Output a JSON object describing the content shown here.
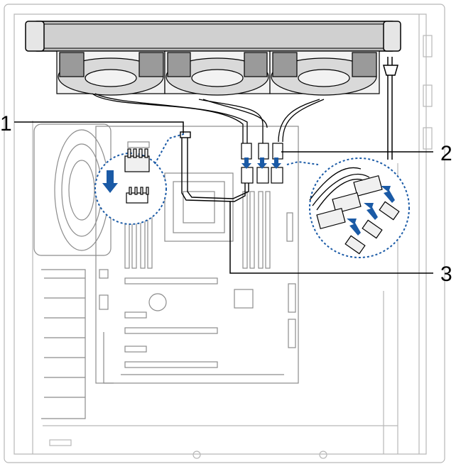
{
  "callouts": [
    {
      "id": "1",
      "text": "1"
    },
    {
      "id": "2",
      "text": "2"
    },
    {
      "id": "3",
      "text": "3"
    }
  ],
  "colors": {
    "line": "#000000",
    "case_line": "#b8b8b8",
    "board_line": "#8c8c8c",
    "accent_blue": "#1a5aa6",
    "fan_fill": "#d9d9d9",
    "radiator_fill": "#bfbfbf"
  },
  "icons": [
    "fan-icon",
    "radiator-icon",
    "arrow-down-icon",
    "connector-icon",
    "cpu-socket-icon"
  ]
}
